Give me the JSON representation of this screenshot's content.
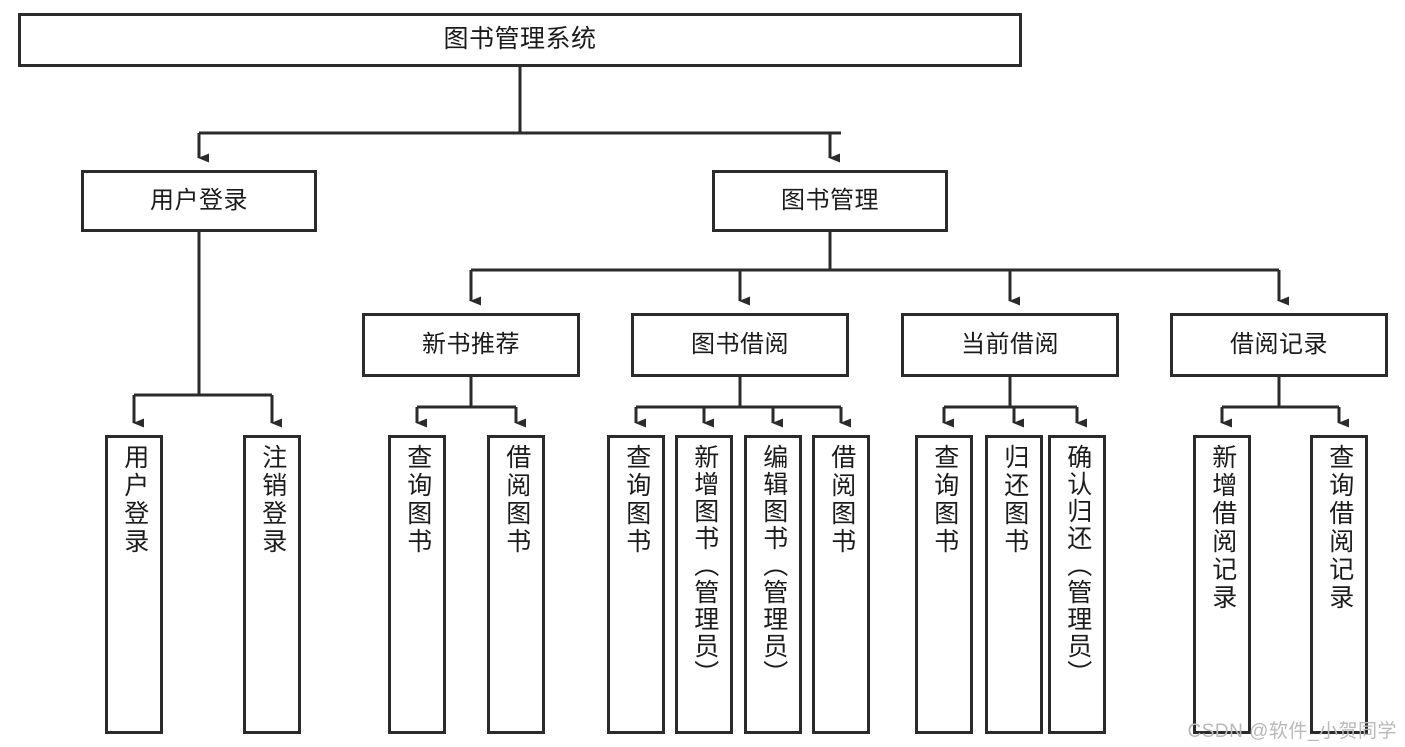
{
  "diagram": {
    "title": "图书管理系统",
    "type": "tree-hierarchy",
    "watermark": "CSDN @软件_小贺同学",
    "colors": {
      "stroke": "#2b2b2b",
      "fill": "#ffffff",
      "text": "#1b1b1b",
      "watermark": "#b9b9b9"
    },
    "root": {
      "label": "图书管理系统"
    },
    "level2": [
      {
        "label": "用户登录"
      },
      {
        "label": "图书管理"
      }
    ],
    "level3": [
      {
        "label": "新书推荐"
      },
      {
        "label": "图书借阅"
      },
      {
        "label": "当前借阅"
      },
      {
        "label": "借阅记录"
      }
    ],
    "leaves": {
      "user_login": [
        {
          "label": "用户登录"
        },
        {
          "label": "注销登录"
        }
      ],
      "new_book": [
        {
          "label": "查询图书"
        },
        {
          "label": "借阅图书"
        }
      ],
      "borrow_book": [
        {
          "label": "查询图书"
        },
        {
          "label": "新增图书（管理员）"
        },
        {
          "label": "编辑图书（管理员）"
        },
        {
          "label": "借阅图书"
        }
      ],
      "current_borrow": [
        {
          "label": "查询图书"
        },
        {
          "label": "归还图书"
        },
        {
          "label": "确认归还（管理员）"
        }
      ],
      "borrow_record": [
        {
          "label": "新增借阅记录"
        },
        {
          "label": "查询借阅记录"
        }
      ]
    }
  }
}
